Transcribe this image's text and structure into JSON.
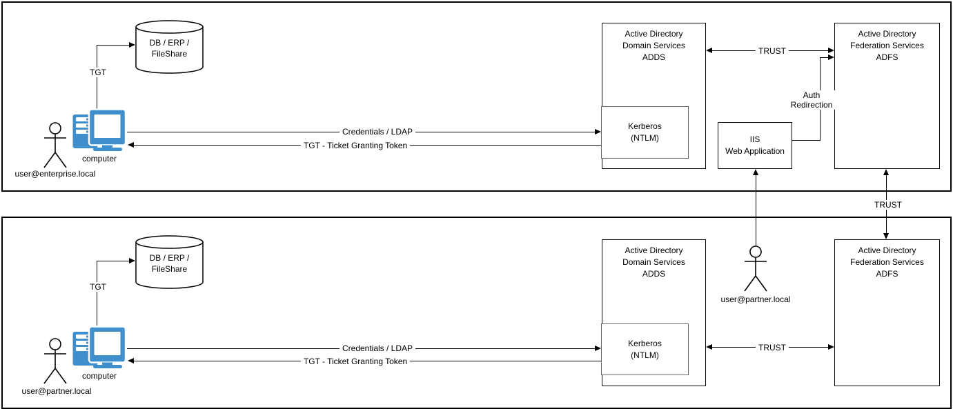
{
  "colors": {
    "computer_blue": "#3E8FCB",
    "line_black": "#000000",
    "kerberos_border": "#666666"
  },
  "top": {
    "db": {
      "line1": "DB / ERP /",
      "line2": "FileShare"
    },
    "tgt": "TGT",
    "computer": "computer",
    "user": "user@enterprise.local",
    "credentials": "Credentials / LDAP",
    "tgt_return": "TGT - Ticket Granting Token",
    "adds": {
      "line1": "Active Directory",
      "line2": "Domain Services",
      "line3": "ADDS"
    },
    "kerberos": {
      "line1": "Kerberos",
      "line2": "(NTLM)"
    },
    "iis": {
      "line1": "IIS",
      "line2": "Web Application"
    },
    "adfs": {
      "line1": "Active Directory",
      "line2": "Federation Services",
      "line3": "ADFS"
    },
    "trust": "TRUST",
    "auth_redirection": {
      "line1": "Auth",
      "line2": "Redirection"
    }
  },
  "middle": {
    "trust": "TRUST",
    "partner_user": "user@partner.local"
  },
  "bottom": {
    "db": {
      "line1": "DB / ERP /",
      "line2": "FileShare"
    },
    "tgt": "TGT",
    "computer": "computer",
    "user": "user@partner.local",
    "credentials": "Credentials / LDAP",
    "tgt_return": "TGT - Ticket Granting Token",
    "adds": {
      "line1": "Active Directory",
      "line2": "Domain Services",
      "line3": "ADDS"
    },
    "kerberos": {
      "line1": "Kerberos",
      "line2": "(NTLM)"
    },
    "adfs": {
      "line1": "Active Directory",
      "line2": "Federation Services",
      "line3": "ADFS"
    },
    "trust": "TRUST"
  }
}
